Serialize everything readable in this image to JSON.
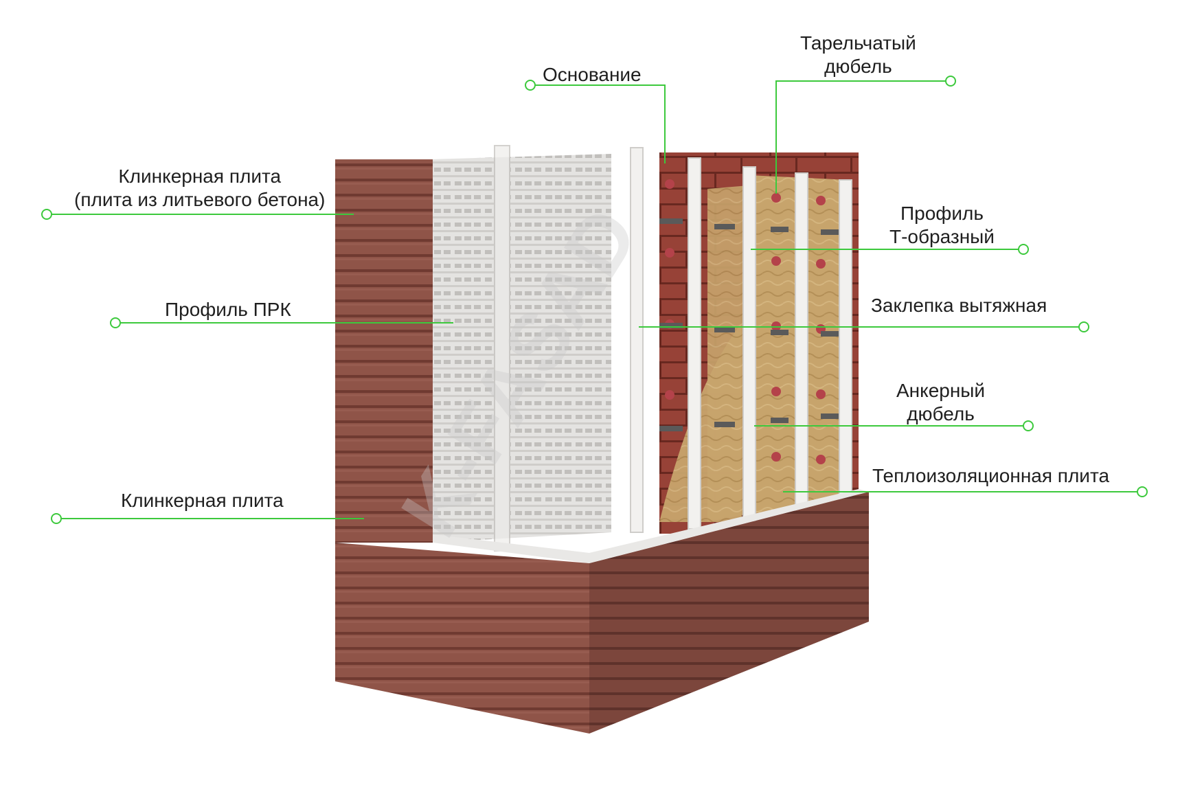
{
  "labels": {
    "osnovanie": "Основание",
    "dubel_1": "Тарельчатый",
    "dubel_2": "дюбель",
    "klinker_top_1": "Клинкерная плита",
    "klinker_top_2": "(плита из литьевого бетона)",
    "profil_t_1": "Профиль",
    "profil_t_2": "Т-образный",
    "profil_prk": "Профиль ПРК",
    "zaklepka": "Заклепка вытяжная",
    "anker_1": "Анкерный",
    "anker_2": "дюбель",
    "teplo": "Теплоизоляционная плита",
    "klinker_bottom": "Клинкерная плита"
  },
  "watermark": "K-FASAD",
  "colors": {
    "leader_line": "#3cc93c",
    "brick": "#8c4f45",
    "brick_dark": "#6e3a32",
    "profile_white": "#f1f0ee",
    "insulation": "#c9a66a",
    "base_brick": "#9a3f33",
    "text": "#1f1f1f"
  }
}
